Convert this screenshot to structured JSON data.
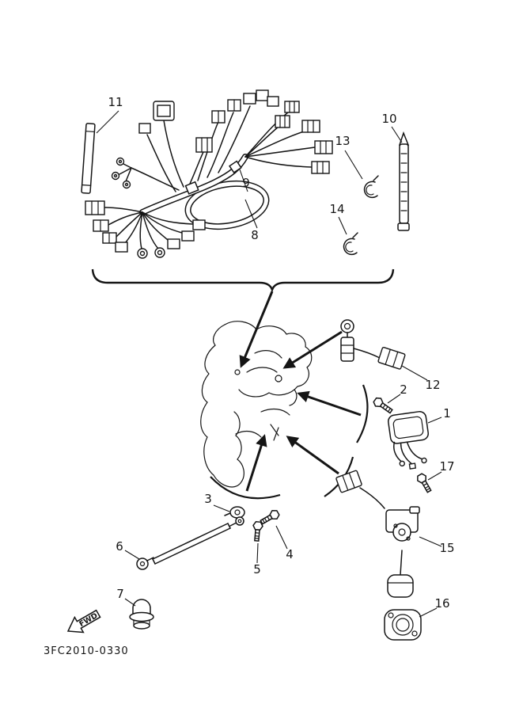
{
  "diagram": {
    "code": "3FC2010-0330",
    "fwd_label": "FWD",
    "callouts": {
      "1": "1",
      "2": "2",
      "3": "3",
      "4": "4",
      "5": "5",
      "6": "6",
      "7": "7",
      "8": "8",
      "9": "9",
      "10": "10",
      "11": "11",
      "12": "12",
      "13": "13",
      "14": "14",
      "15": "15",
      "16": "16",
      "17": "17"
    }
  }
}
